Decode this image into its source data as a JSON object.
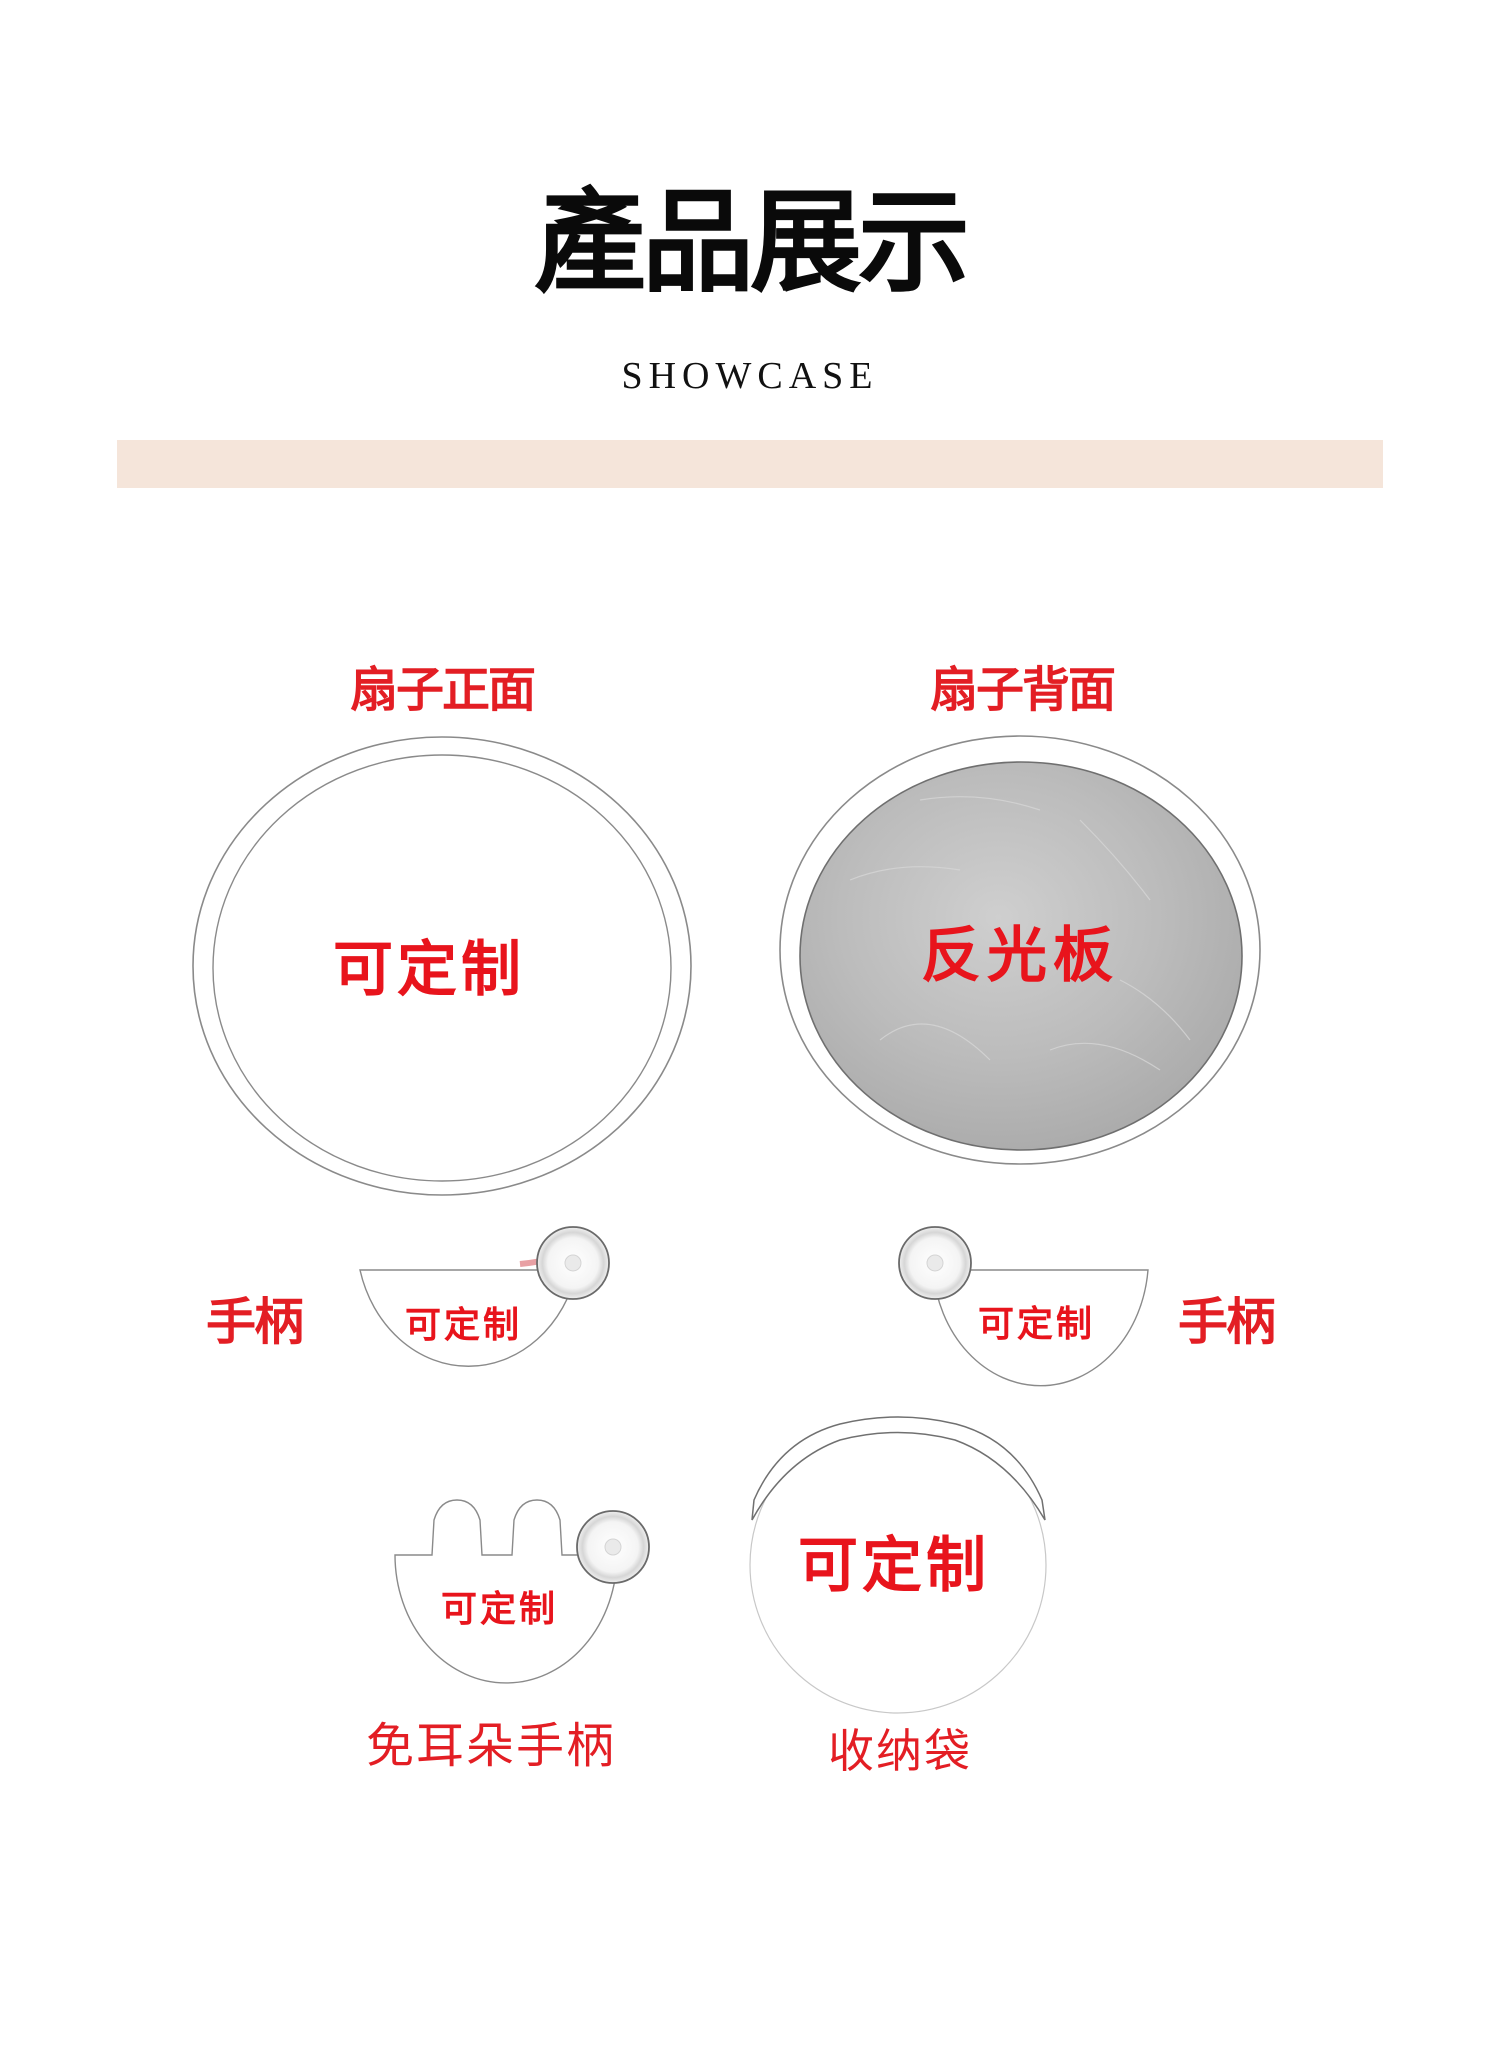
{
  "header": {
    "title": "產品展示",
    "subtitle": "SHOWCASE",
    "band_color": "#f5e5da"
  },
  "colors": {
    "accent_red": "#e31e24",
    "outline_gray": "#8a8a8a",
    "reflector_silver": "#b9b9b9"
  },
  "products": {
    "fan_front": {
      "title": "扇子正面",
      "face_text": "可定制",
      "handle_label": "手柄",
      "handle_text": "可定制"
    },
    "fan_back": {
      "title": "扇子背面",
      "face_text": "反光板",
      "handle_label": "手柄",
      "handle_text": "可定制"
    },
    "rabbit_handle": {
      "text": "可定制",
      "caption": "免耳朵手柄"
    },
    "pouch": {
      "text": "可定制",
      "caption": "收纳袋"
    }
  }
}
